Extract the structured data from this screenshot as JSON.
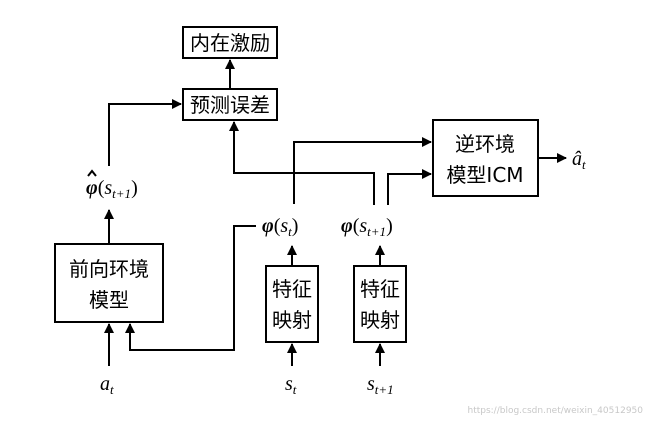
{
  "nodes": {
    "intrinsic_reward": "内在激励",
    "prediction_error": "预测误差",
    "inverse_model": [
      "逆环境",
      "模型ICM"
    ],
    "forward_model": [
      "前向环境",
      "模型"
    ],
    "feature_map_1": [
      "特征",
      "映射"
    ],
    "feature_map_2": [
      "特征",
      "映射"
    ]
  },
  "labels": {
    "phi": "φ",
    "a": "a",
    "s": "s",
    "sub_t": "t",
    "sub_t1": "t+1",
    "hat_a": "â"
  },
  "watermark": "https://blog.csdn.net/weixin_40512950"
}
